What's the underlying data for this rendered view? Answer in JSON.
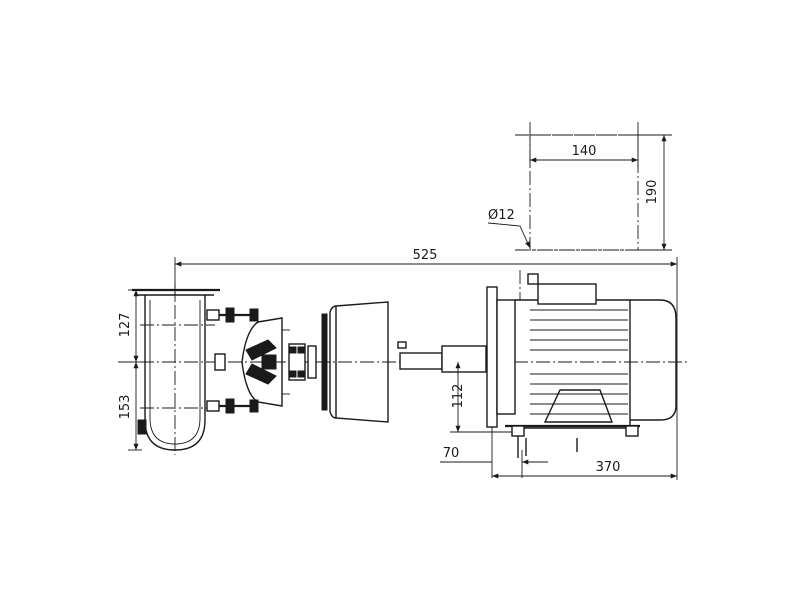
{
  "drawing": {
    "dimensions": {
      "overall_length": "525",
      "plate_width": "140",
      "plate_depth": "190",
      "hole_diameter": "Ø12",
      "suction_height": "127",
      "discharge_height": "153",
      "shaft_height": "112",
      "foot_offset": "70",
      "motor_length": "370"
    }
  }
}
